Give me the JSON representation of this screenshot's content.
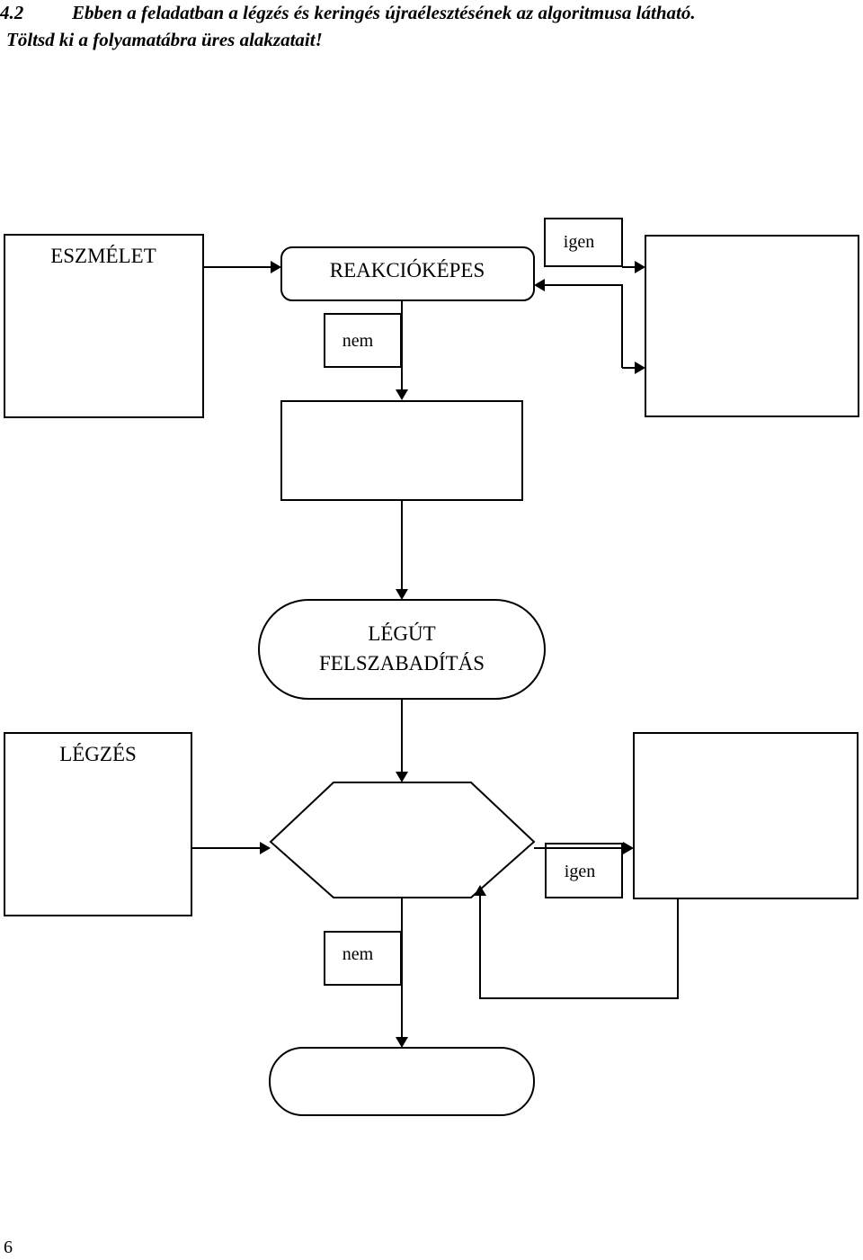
{
  "task": {
    "number": "4.2",
    "line1": "Ebben a feladatban a légzés és keringés újraélesztésének az algoritmusa látható.",
    "line2": "Töltsd ki a folyamatábra üres alakzatait!"
  },
  "flowchart": {
    "eszmelet": "ESZMÉLET",
    "reakcio": "REAKCIÓKÉPES",
    "igen_top": "igen",
    "nem_top": "nem",
    "legut_line1": "LÉGÚT",
    "legut_line2": "FELSZABADÍTÁS",
    "legzes": "LÉGZÉS",
    "igen_bottom": "igen",
    "nem_bottom": "nem"
  },
  "page_number": "6"
}
